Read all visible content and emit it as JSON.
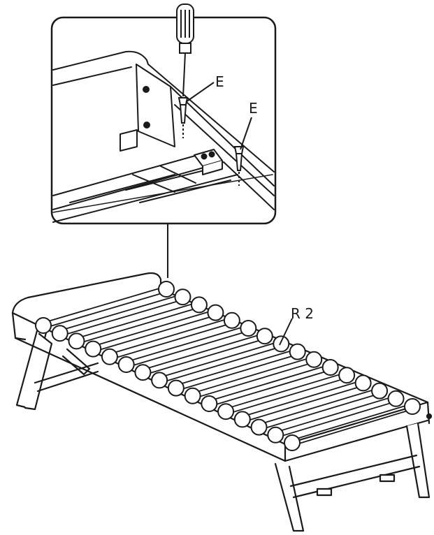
{
  "labels": {
    "screw_upper": "E",
    "screw_lower": "E",
    "slat_part": "R 2"
  },
  "colors": {
    "ink": "#1a1a1a",
    "paper": "#ffffff",
    "shade": "#e6e6e6"
  },
  "icons": [
    "screwdriver-icon",
    "screw-icon"
  ]
}
